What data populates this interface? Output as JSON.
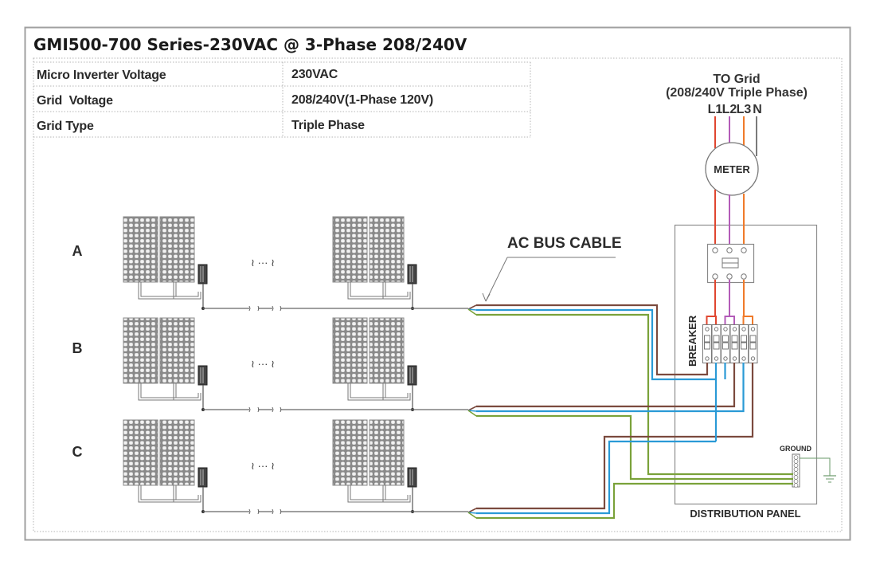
{
  "title": "GMI500-700 Series-230VAC @ 3-Phase 208/240V",
  "spec_table": [
    {
      "label": "Micro Inverter Voltage",
      "value": "230VAC"
    },
    {
      "label": "Grid  Voltage",
      "value": "208/240V(1-Phase 120V)"
    },
    {
      "label": "Grid Type",
      "value": "Triple Phase"
    }
  ],
  "grid": {
    "title_line1": "TO Grid",
    "title_line2": "(208/240V Triple Phase)",
    "lines": [
      "L1",
      "L2",
      "L3",
      "N"
    ]
  },
  "meter_label": "METER",
  "breaker_label": "BREAKER",
  "ground_label": "GROUND",
  "panel_label": "DISTRIBUTION PANEL",
  "bus_cable_label": "AC BUS CABLE",
  "branches": [
    {
      "id": "A",
      "label": "A"
    },
    {
      "id": "B",
      "label": "B"
    },
    {
      "id": "C",
      "label": "C"
    }
  ],
  "ellipsis_glyph": "≀ ··· ≀",
  "colors": {
    "L1": "#e0462f",
    "L2": "#b35bb8",
    "L3": "#f07a2a",
    "N": "#7a7a7a",
    "brown": "#7b4a3e",
    "blue": "#2a9ad6",
    "green": "#7aa23a",
    "frame": "#9a9a9a",
    "panel_gray": "#8d8d8d"
  }
}
